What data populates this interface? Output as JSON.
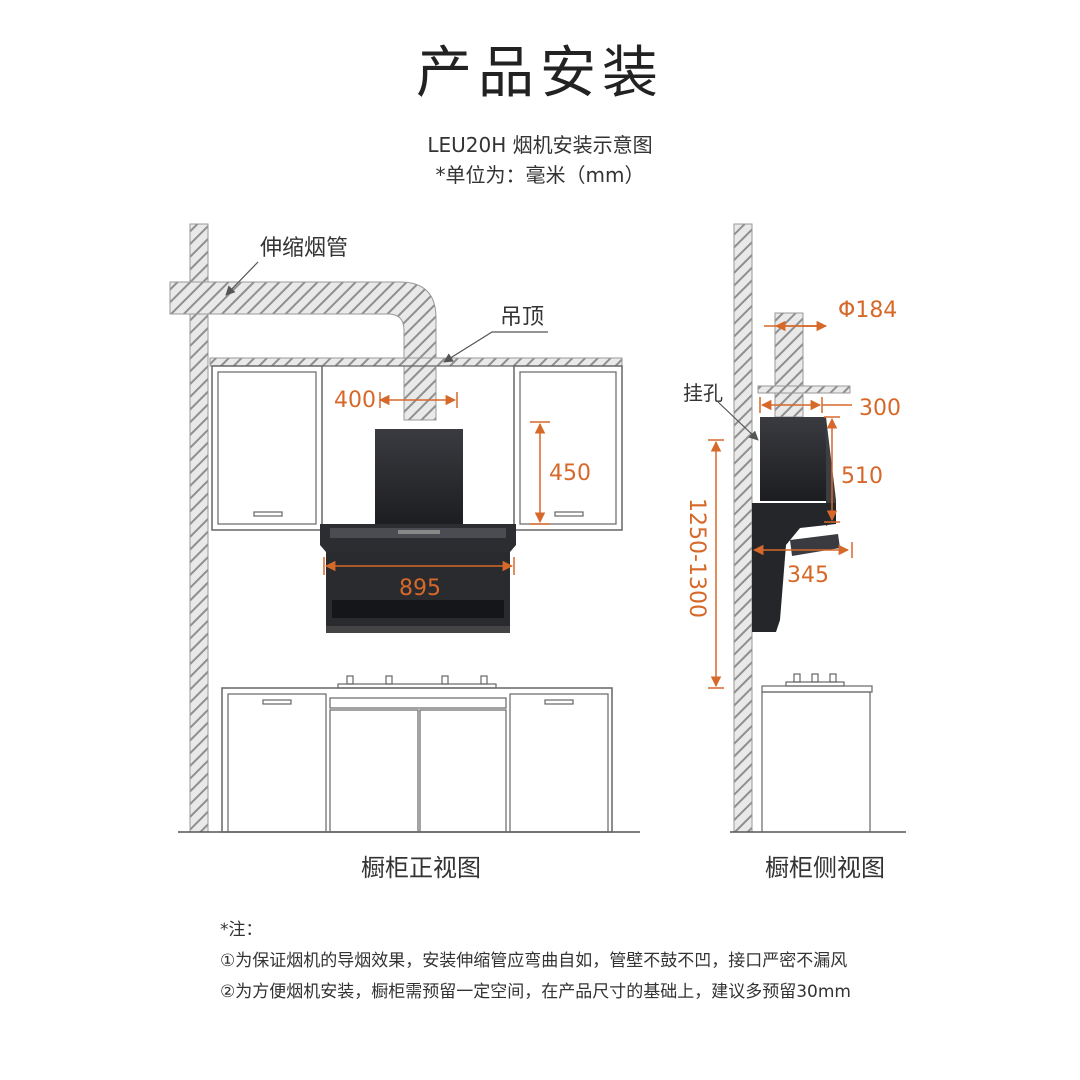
{
  "header": {
    "title": "产品安装",
    "subtitle": "LEU20H 烟机安装示意图",
    "unit_note": "*单位为：毫米（mm）"
  },
  "front_view": {
    "label_pipe": "伸缩烟管",
    "label_ceiling": "吊顶",
    "dim_pipe_width": "400",
    "dim_cabinet_height": "450",
    "dim_hood_width": "895",
    "caption": "橱柜正视图"
  },
  "side_view": {
    "dim_pipe_diameter": "Φ184",
    "label_hook_hole": "挂孔",
    "dim_top_depth": "300",
    "dim_upper_height": "510",
    "dim_mount_height": "1250-1300",
    "dim_lower_depth": "345",
    "caption": "橱柜侧视图"
  },
  "notes": {
    "heading": "*注：",
    "items": [
      "①为保证烟机的导烟效果，安装伸缩管应弯曲自如，管壁不鼓不凹，接口严密不漏风",
      "②为方便烟机安装，橱柜需预留一定空间，在产品尺寸的基础上，建议多预留30mm"
    ]
  },
  "colors": {
    "dimension": "#d6692a",
    "line": "#555555",
    "hood_dark": "#2a2b2f",
    "hatch": "#9a9a9a"
  }
}
